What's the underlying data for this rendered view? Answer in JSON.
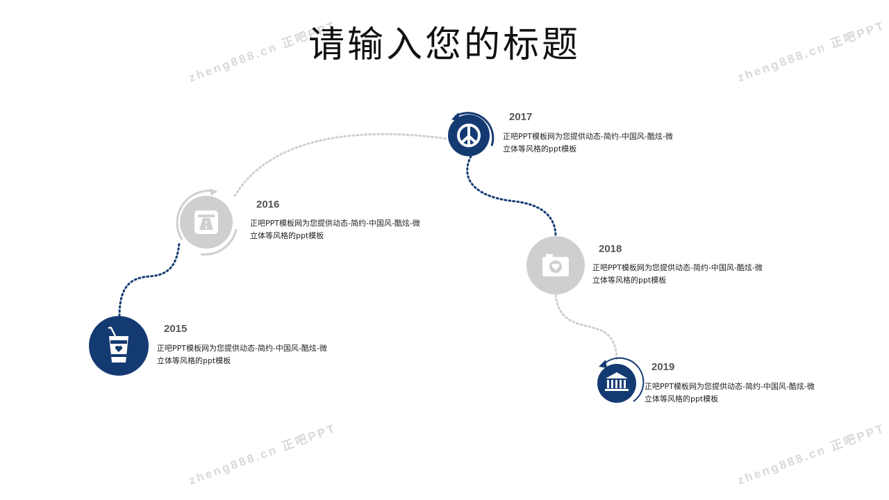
{
  "title": "请输入您的标题",
  "watermark": "zheng888.cn 正吧PPT",
  "colors": {
    "navy": "#143a72",
    "gray": "#cfcfcf"
  },
  "milestones": [
    {
      "year": "2015",
      "icon": "drink-cup-heart-icon",
      "desc": "正吧PPT模板网为您提供动态-简约-中国风-酷炫-微立体等风格的ppt模板"
    },
    {
      "year": "2016",
      "icon": "road-sign-icon",
      "desc": "正吧PPT模板网为您提供动态-简约-中国风-酷炫-微立体等风格的ppt模板"
    },
    {
      "year": "2017",
      "icon": "peace-icon",
      "desc": "正吧PPT模板网为您提供动态-简约-中国风-酷炫-微立体等风格的ppt模板"
    },
    {
      "year": "2018",
      "icon": "camera-heart-icon",
      "desc": "正吧PPT模板网为您提供动态-简约-中国风-酷炫-微立体等风格的ppt模板"
    },
    {
      "year": "2019",
      "icon": "bank-building-icon",
      "desc": "正吧PPT模板网为您提供动态-简约-中国风-酷炫-微立体等风格的ppt模板"
    }
  ]
}
